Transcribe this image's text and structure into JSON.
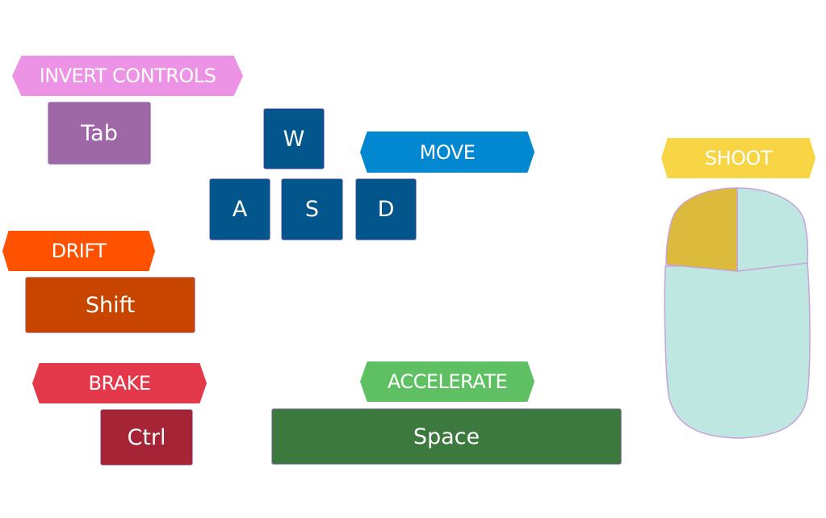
{
  "labels": {
    "invert_controls": "INVERT CONTROLS",
    "move": "MOVE",
    "shoot": "SHOOT",
    "drift": "DRIFT",
    "brake": "BRAKE",
    "accelerate": "ACCELERATE"
  },
  "keys": {
    "tab": "Tab",
    "w": "W",
    "a": "A",
    "s": "S",
    "d": "D",
    "shift": "Shift",
    "ctrl": "Ctrl",
    "space": "Space"
  },
  "colors": {
    "invert_controls": "#ec93e5",
    "tab_key": "#9e67a5",
    "move": "#0288d1",
    "wasd_keys": "#03568b",
    "shoot": "#f7d544",
    "drift": "#ff5200",
    "shift_key": "#c84500",
    "brake": "#e3394b",
    "ctrl_key": "#a52536",
    "accelerate": "#5fc063",
    "space_key": "#3b793f",
    "mouse_body": "#bde7e0",
    "mouse_left_button": "#dcbb3c"
  },
  "mouse": {
    "highlighted_button": "left"
  }
}
